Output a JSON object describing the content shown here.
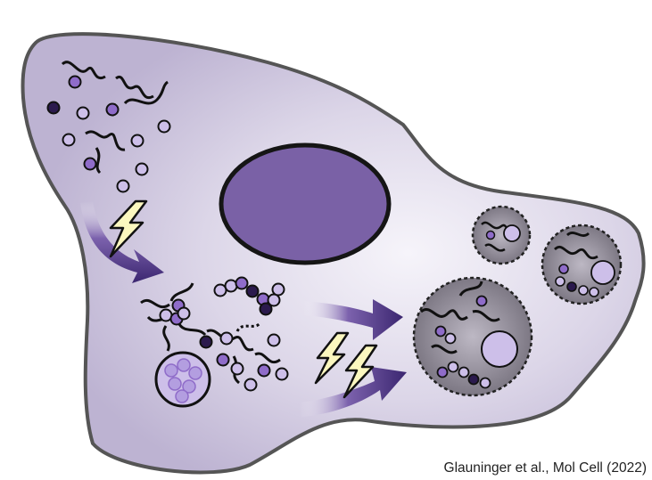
{
  "figure": {
    "credit": "Glauninger et al., Mol Cell (2022)"
  },
  "palette": {
    "cell_fill": "#cdc5dc",
    "cell_outline": "#555555",
    "nucleus_fill": "#7a61a6",
    "dark_purple": "#3a2566",
    "mid_purple": "#8f6cc9",
    "light_purple": "#cdbfe9",
    "bolt_fill": "#fbf7bf",
    "condensate_fill": "#8f8b95"
  },
  "elements": {
    "cell": "cell-membrane",
    "nucleus": "nucleus",
    "stress_icons": [
      "lightning-bolt-icon",
      "lightning-bolt-icon",
      "lightning-bolt-icon"
    ],
    "arrows": [
      "curved-arrow-down",
      "arrow-right-upper",
      "arrow-right-lower"
    ],
    "condensates": [
      "stress-granule-large",
      "stress-granule-small",
      "stress-granule-medium"
    ]
  }
}
